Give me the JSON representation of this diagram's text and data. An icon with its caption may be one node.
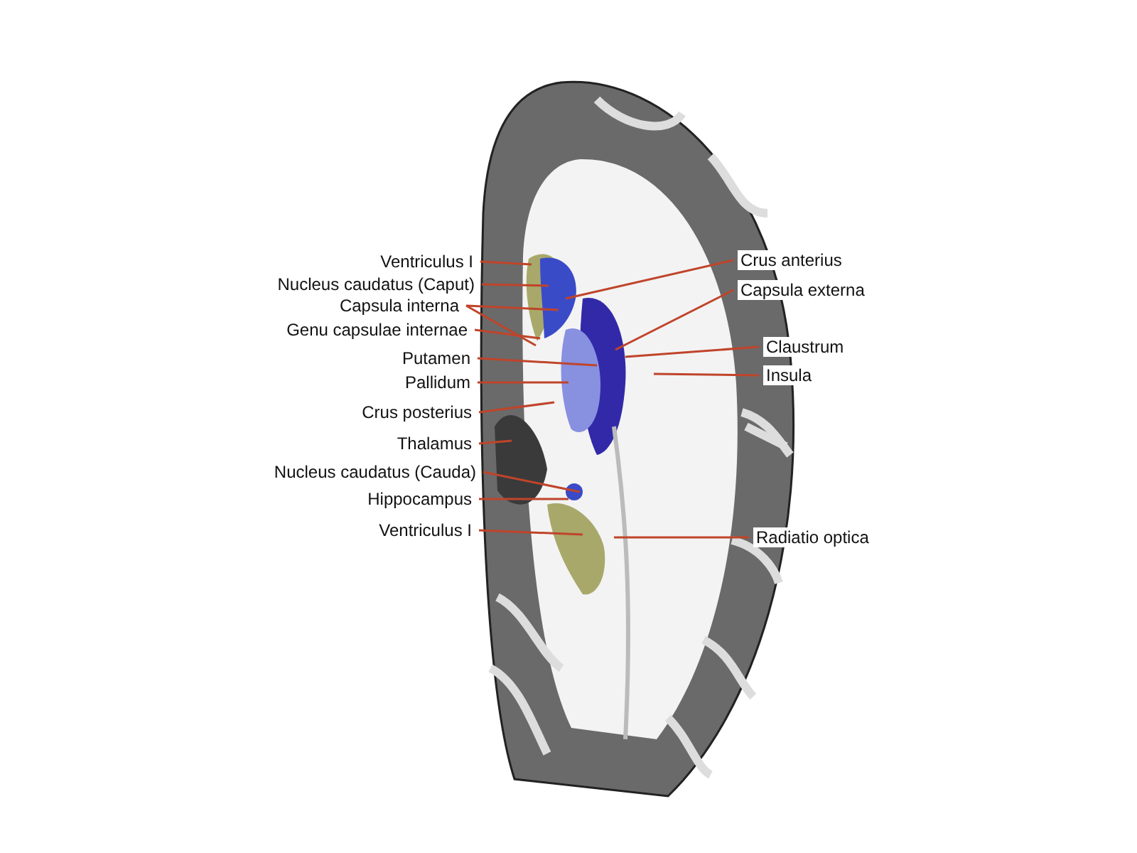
{
  "diagram": {
    "nodes": [
      {
        "text": [
          "Ventriculus I"
        ]
      },
      {
        "text": [
          "Nucleus caudatus (Caput)"
        ]
      },
      {
        "text": [
          "Capsula interna"
        ]
      },
      {
        "text": [
          "Genu capsulae internae"
        ]
      },
      {
        "text": [
          "Putamen"
        ]
      },
      {
        "text": [
          "Pallidum"
        ]
      },
      {
        "text": [
          "Crus posterius"
        ]
      },
      {
        "text": [
          "Thalamus"
        ]
      },
      {
        "text": [
          "Nucleus caudatus (Cauda)"
        ]
      },
      {
        "text": [
          "Hippocampus"
        ]
      },
      {
        "text": [
          "Ventriculus I"
        ]
      },
      {
        "text": [
          "Crus anterius"
        ]
      },
      {
        "text": [
          "Capsula externa"
        ]
      },
      {
        "text": [
          "Claustrum"
        ]
      },
      {
        "text": [
          "Insula"
        ]
      },
      {
        "text": [
          "Radiatio optica"
        ]
      }
    ],
    "edges": [
      {
        "from": 0,
        "to": null,
        "arrow": "none"
      },
      {
        "from": 1,
        "to": null,
        "arrow": "none"
      },
      {
        "from": 2,
        "to": null,
        "arrow": "none"
      },
      {
        "from": 2,
        "to": null,
        "arrow": "none"
      },
      {
        "from": 3,
        "to": null,
        "arrow": "none"
      },
      {
        "from": 4,
        "to": null,
        "arrow": "none"
      },
      {
        "from": 5,
        "to": null,
        "arrow": "none"
      },
      {
        "from": 6,
        "to": null,
        "arrow": "none"
      },
      {
        "from": 7,
        "to": null,
        "arrow": "none"
      },
      {
        "from": 8,
        "to": null,
        "arrow": "none"
      },
      {
        "from": 9,
        "to": null,
        "arrow": "none"
      },
      {
        "from": 10,
        "to": null,
        "arrow": "none"
      },
      {
        "from": 11,
        "to": null,
        "arrow": "none"
      },
      {
        "from": 12,
        "to": null,
        "arrow": "none"
      },
      {
        "from": 13,
        "to": null,
        "arrow": "none"
      },
      {
        "from": 14,
        "to": null,
        "arrow": "none"
      },
      {
        "from": 15,
        "to": null,
        "arrow": "none"
      }
    ]
  }
}
